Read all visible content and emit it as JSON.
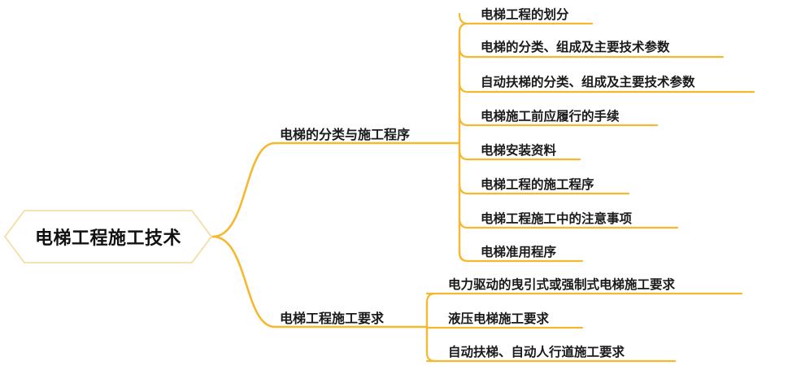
{
  "colors": {
    "line": "#f5b82e",
    "root_border": "#f5d89a"
  },
  "root": {
    "label": "电梯工程施工技术"
  },
  "branches": [
    {
      "label": "电梯的分类与施工程序",
      "children": [
        "电梯工程的划分",
        "电梯的分类、组成及主要技术参数",
        "自动扶梯的分类、组成及主要技术参数",
        "电梯施工前应履行的手续",
        "电梯安装资料",
        "电梯工程的施工程序",
        "电梯工程施工中的注意事项",
        "电梯准用程序"
      ]
    },
    {
      "label": "电梯工程施工要求",
      "children": [
        "电力驱动的曳引式或强制式电梯施工要求",
        "液压电梯施工要求",
        "自动扶梯、自动人行道施工要求"
      ]
    }
  ]
}
